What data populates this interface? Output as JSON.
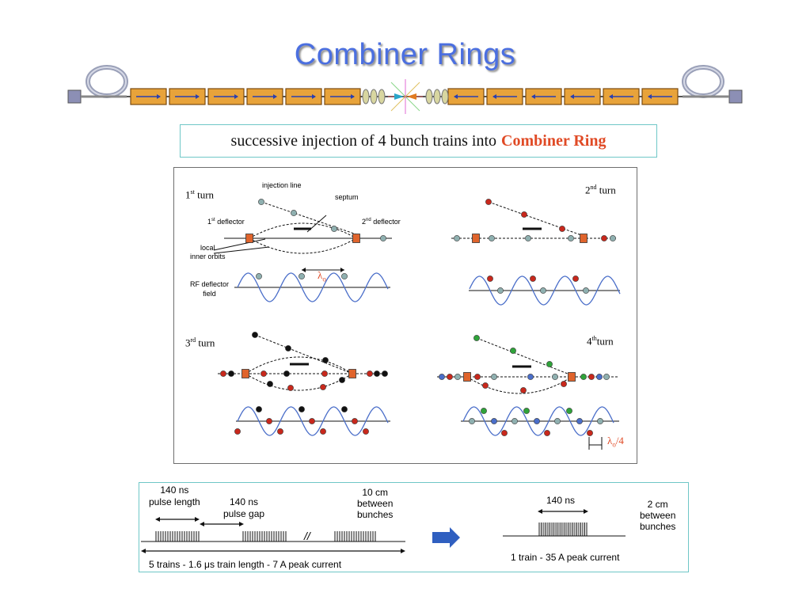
{
  "title": "Combiner Rings",
  "subtitle": {
    "prefix": "successive injection of 4 bunch trains into",
    "highlight": "Combiner Ring"
  },
  "diagram": {
    "turn1": {
      "base": "1",
      "sup": "st",
      "word": "turn"
    },
    "turn2": {
      "base": "2",
      "sup": "nd",
      "word": "turn"
    },
    "turn3": {
      "base": "3",
      "sup": "rd",
      "word": "turn"
    },
    "turn4": {
      "base": "4",
      "sup": "th",
      "word": "turn"
    },
    "injection_line": "injection  line",
    "septum": "septum",
    "deflector1": {
      "base": "1",
      "sup": "st",
      "word": "deflector"
    },
    "deflector2": {
      "base": "2",
      "sup": "nd",
      "word": "deflector"
    },
    "local_inner_orbits_1": "local",
    "local_inner_orbits_2": "inner orbits",
    "rf_field_1": "RF deflector",
    "rf_field_2": "field",
    "lambda0": "λ",
    "lambda0_sub": "o",
    "lambda4": "λ",
    "lambda4_sub": "o",
    "lambda4_suffix": "/4"
  },
  "pulse": {
    "pulse_length_1": "140 ns",
    "pulse_length_2": "pulse  length",
    "pulse_gap_1": "140 ns",
    "pulse_gap_2": "pulse  gap",
    "between_1": "10 cm",
    "between_2": "between",
    "between_3": "bunches",
    "gap_mark": "//",
    "trains_label": "5 trains - 1.6  μs train length - 7 A peak current",
    "right_ns": "140 ns",
    "right_between_1": "2 cm",
    "right_between_2": "between",
    "right_between_3": "bunches",
    "one_train": "1 train - 35 A peak current"
  },
  "colors": {
    "title": "#4b6fe0",
    "accent_red": "#e04a25",
    "wave": "#4a6ec9",
    "bunch_grey": "#8fb0b0",
    "bunch_red": "#c8281c",
    "bunch_black": "#111111",
    "bunch_green": "#2fa33a",
    "bunch_blue": "#4a6ec9",
    "deflector": "#e0642c",
    "arrow_blue": "#2f5fc0"
  }
}
